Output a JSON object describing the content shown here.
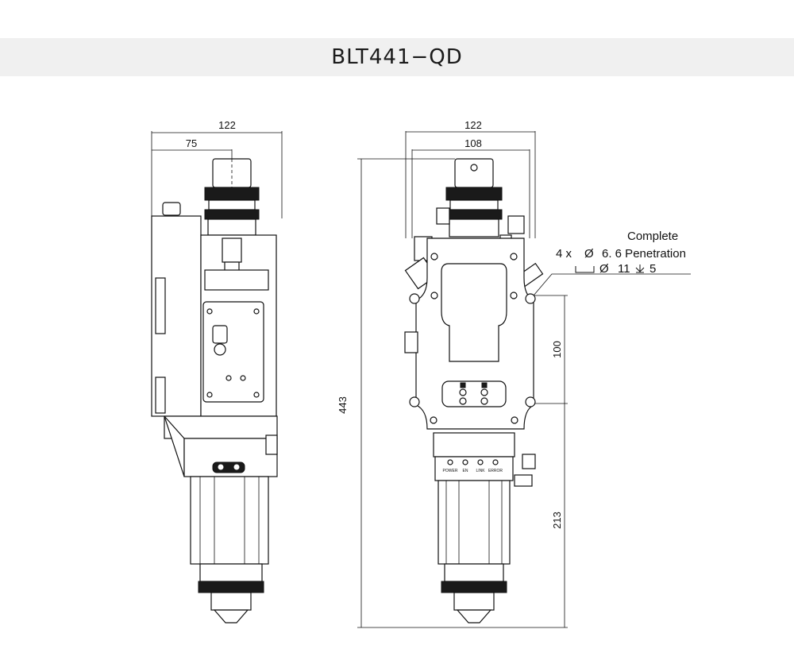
{
  "title": "BLT441−QD",
  "side_view": {
    "dim_width_total": "122",
    "dim_width_center": "75"
  },
  "front_view": {
    "dim_width_total": "122",
    "dim_width_inner": "108",
    "dim_height_total": "443",
    "dim_mount_spacing": "100",
    "dim_lower_height": "213",
    "hole_note": {
      "line1": "Complete",
      "line2_prefix": "4 x",
      "line2_dia": "Ø",
      "line2_value": "6. 6 Penetration",
      "line3_dia": "Ø",
      "line3_value": "11",
      "line3_depth": "5"
    },
    "panel_labels": [
      "POWER",
      "EN",
      "LINK",
      "ERROR"
    ]
  }
}
